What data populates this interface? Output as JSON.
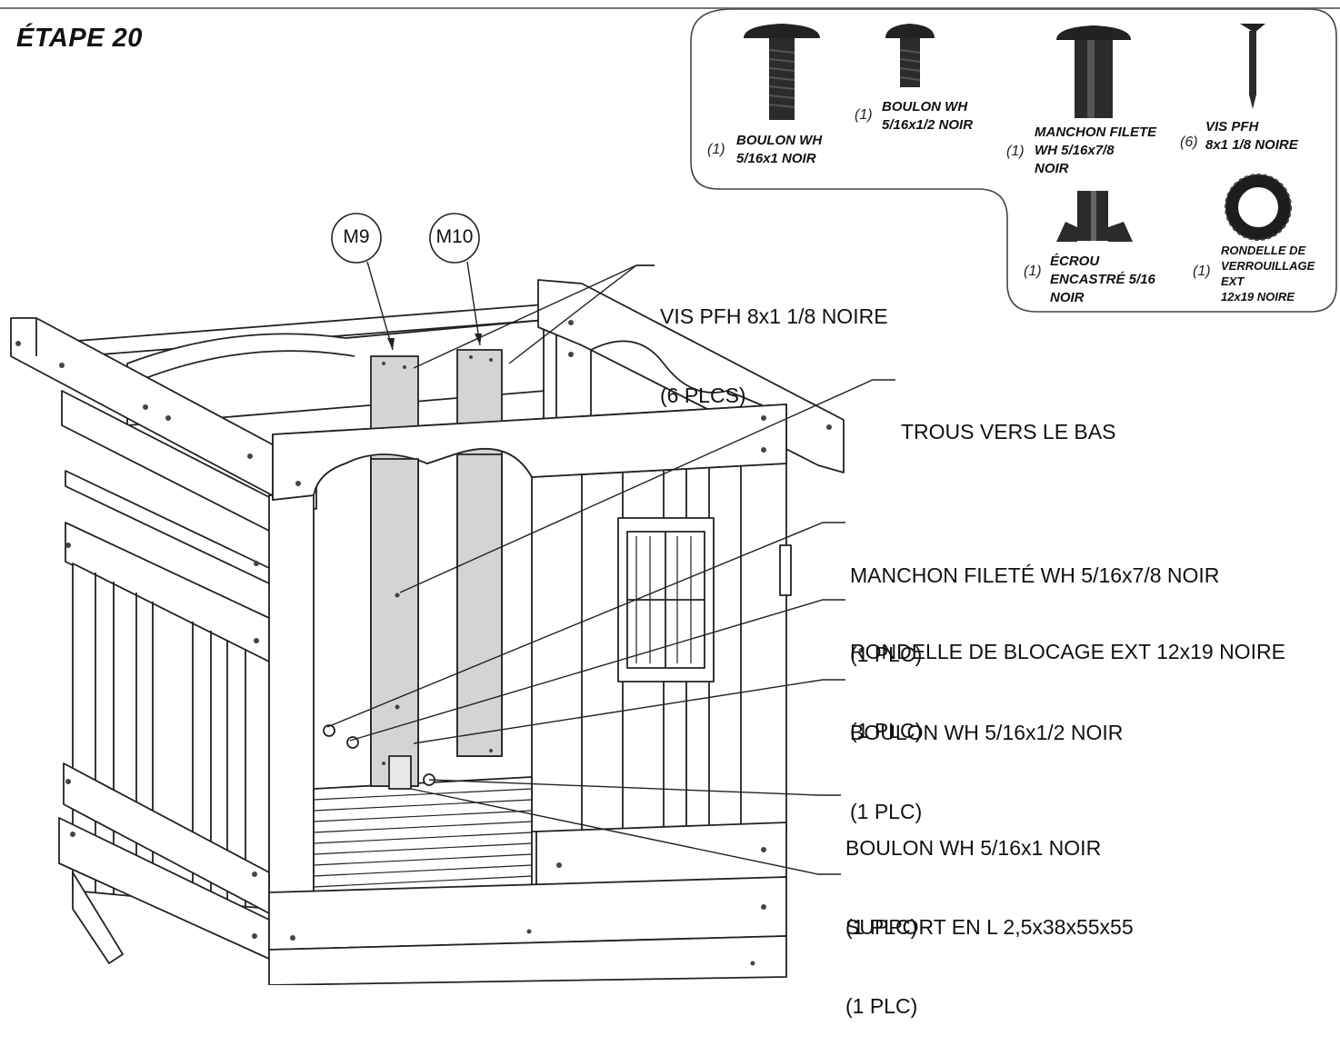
{
  "step": {
    "title": "ÉTAPE 20"
  },
  "hardware": [
    {
      "qty": "(1)",
      "line1": "BOULON WH",
      "line2": "5/16x1 NOIR",
      "line3": ""
    },
    {
      "qty": "(1)",
      "line1": "BOULON WH",
      "line2": "5/16x1/2 NOIR",
      "line3": ""
    },
    {
      "qty": "(1)",
      "line1": "MANCHON FILETE",
      "line2": "WH 5/16x7/8",
      "line3": "NOIR"
    },
    {
      "qty": "(6)",
      "line1": "VIS PFH",
      "line2": "8x1 1/8 NOIRE",
      "line3": ""
    },
    {
      "qty": "(1)",
      "line1": "ÉCROU",
      "line2": "ENCASTRÉ 5/16",
      "line3": "NOIR"
    },
    {
      "qty": "(1)",
      "line1": "RONDELLE DE",
      "line2": "VERROUILLAGE",
      "line3": "EXT",
      "line4": "12x19 NOIRE"
    }
  ],
  "parts": {
    "m9": "M9",
    "m10": "M10"
  },
  "callouts": [
    {
      "label": "VIS PFH 8x1 1/8 NOIRE",
      "qty": "(6 PLCS)"
    },
    {
      "label": "TROUS VERS LE BAS",
      "qty": ""
    },
    {
      "label": "MANCHON FILETÉ WH 5/16x7/8 NOIR",
      "qty": "(1 PLC)"
    },
    {
      "label": "RONDELLE DE BLOCAGE EXT 12x19 NOIRE",
      "qty": "(1 PLC)"
    },
    {
      "label": "BOULON WH 5/16x1/2 NOIR",
      "qty": "(1 PLC)"
    },
    {
      "label": "BOULON WH 5/16x1 NOIR",
      "qty": "(1 PLC)"
    },
    {
      "label": "SUPPORT EN L 2,5x38x55x55",
      "qty": "(1 PLC)"
    }
  ]
}
